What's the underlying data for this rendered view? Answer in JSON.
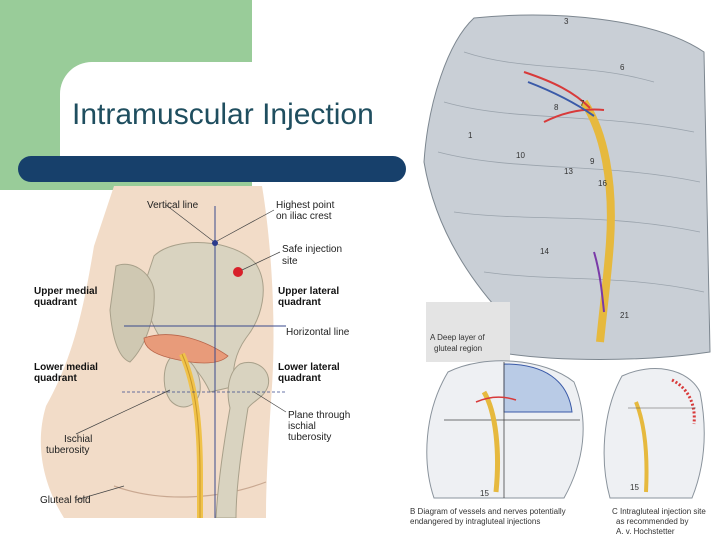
{
  "slide": {
    "title": "Intramuscular Injection"
  },
  "left_figure": {
    "labels": {
      "vertical_line": "Vertical line",
      "highest_point_1": "Highest point",
      "highest_point_2": "on iliac crest",
      "safe_site_1": "Safe injection",
      "safe_site_2": "site",
      "upper_medial_1": "Upper medial",
      "upper_medial_2": "quadrant",
      "upper_lateral_1": "Upper lateral",
      "upper_lateral_2": "quadrant",
      "horizontal_line": "Horizontal line",
      "lower_medial_1": "Lower medial",
      "lower_medial_2": "quadrant",
      "lower_lateral_1": "Lower lateral",
      "lower_lateral_2": "quadrant",
      "plane_1": "Plane through",
      "plane_2": "ischial",
      "plane_3": "tuberosity",
      "ischial_1": "Ischial",
      "ischial_2": "tuberosity",
      "gluteal_fold": "Gluteal fold"
    },
    "colors": {
      "skin": "#f2dcc8",
      "bone": "#d9d3c0",
      "muscle": "#e89b7a",
      "nerve": "#f0c24a",
      "safe_dot": "#d8202a",
      "point_dot": "#2a3a8c"
    }
  },
  "right_figure": {
    "captions": {
      "a_1": "A Deep layer of",
      "a_2": "gluteal region",
      "b_1": "B Diagram of vessels and nerves potentially",
      "b_2": "endangered by intragluteal injections",
      "c_1": "C Intragluteal injection site",
      "c_2": "as recommended by",
      "c_3": "A. v. Hochstetter"
    },
    "numbers": [
      "3",
      "6",
      "7",
      "8",
      "9",
      "13",
      "16",
      "1",
      "10",
      "14",
      "21",
      "15",
      "15"
    ]
  }
}
